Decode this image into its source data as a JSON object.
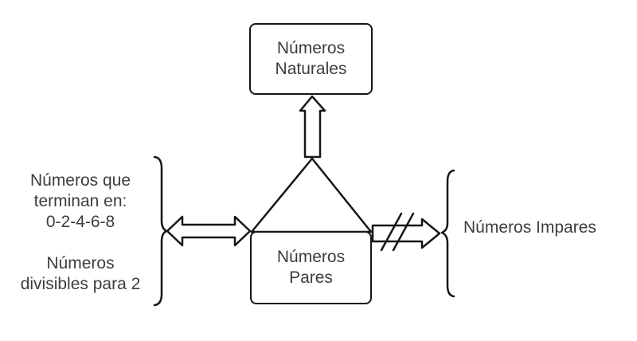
{
  "colors": {
    "background": "#ffffff",
    "line": "#161616",
    "text": "#3d3d3d"
  },
  "nodes": {
    "naturales": {
      "lines": [
        "Números",
        "Naturales"
      ]
    },
    "pares": {
      "lines": [
        "Números",
        "Pares"
      ]
    }
  },
  "left_note": {
    "lines": [
      "Números que",
      "terminan en:",
      "0-2-4-6-8",
      "",
      "Números",
      "divisibles para 2"
    ]
  },
  "right_note": {
    "label": "Números Impares"
  },
  "icons": {
    "up_arrow": "block-arrow-up-icon",
    "double_arrow": "block-arrow-left-right-icon",
    "crossed_arrow": "block-arrow-right-icon",
    "not_slashes": "double-slash-negation-icon",
    "left_brace": "closing-curly-brace-icon",
    "right_brace": "opening-curly-brace-icon",
    "triangle": "triangle-connector-icon"
  }
}
